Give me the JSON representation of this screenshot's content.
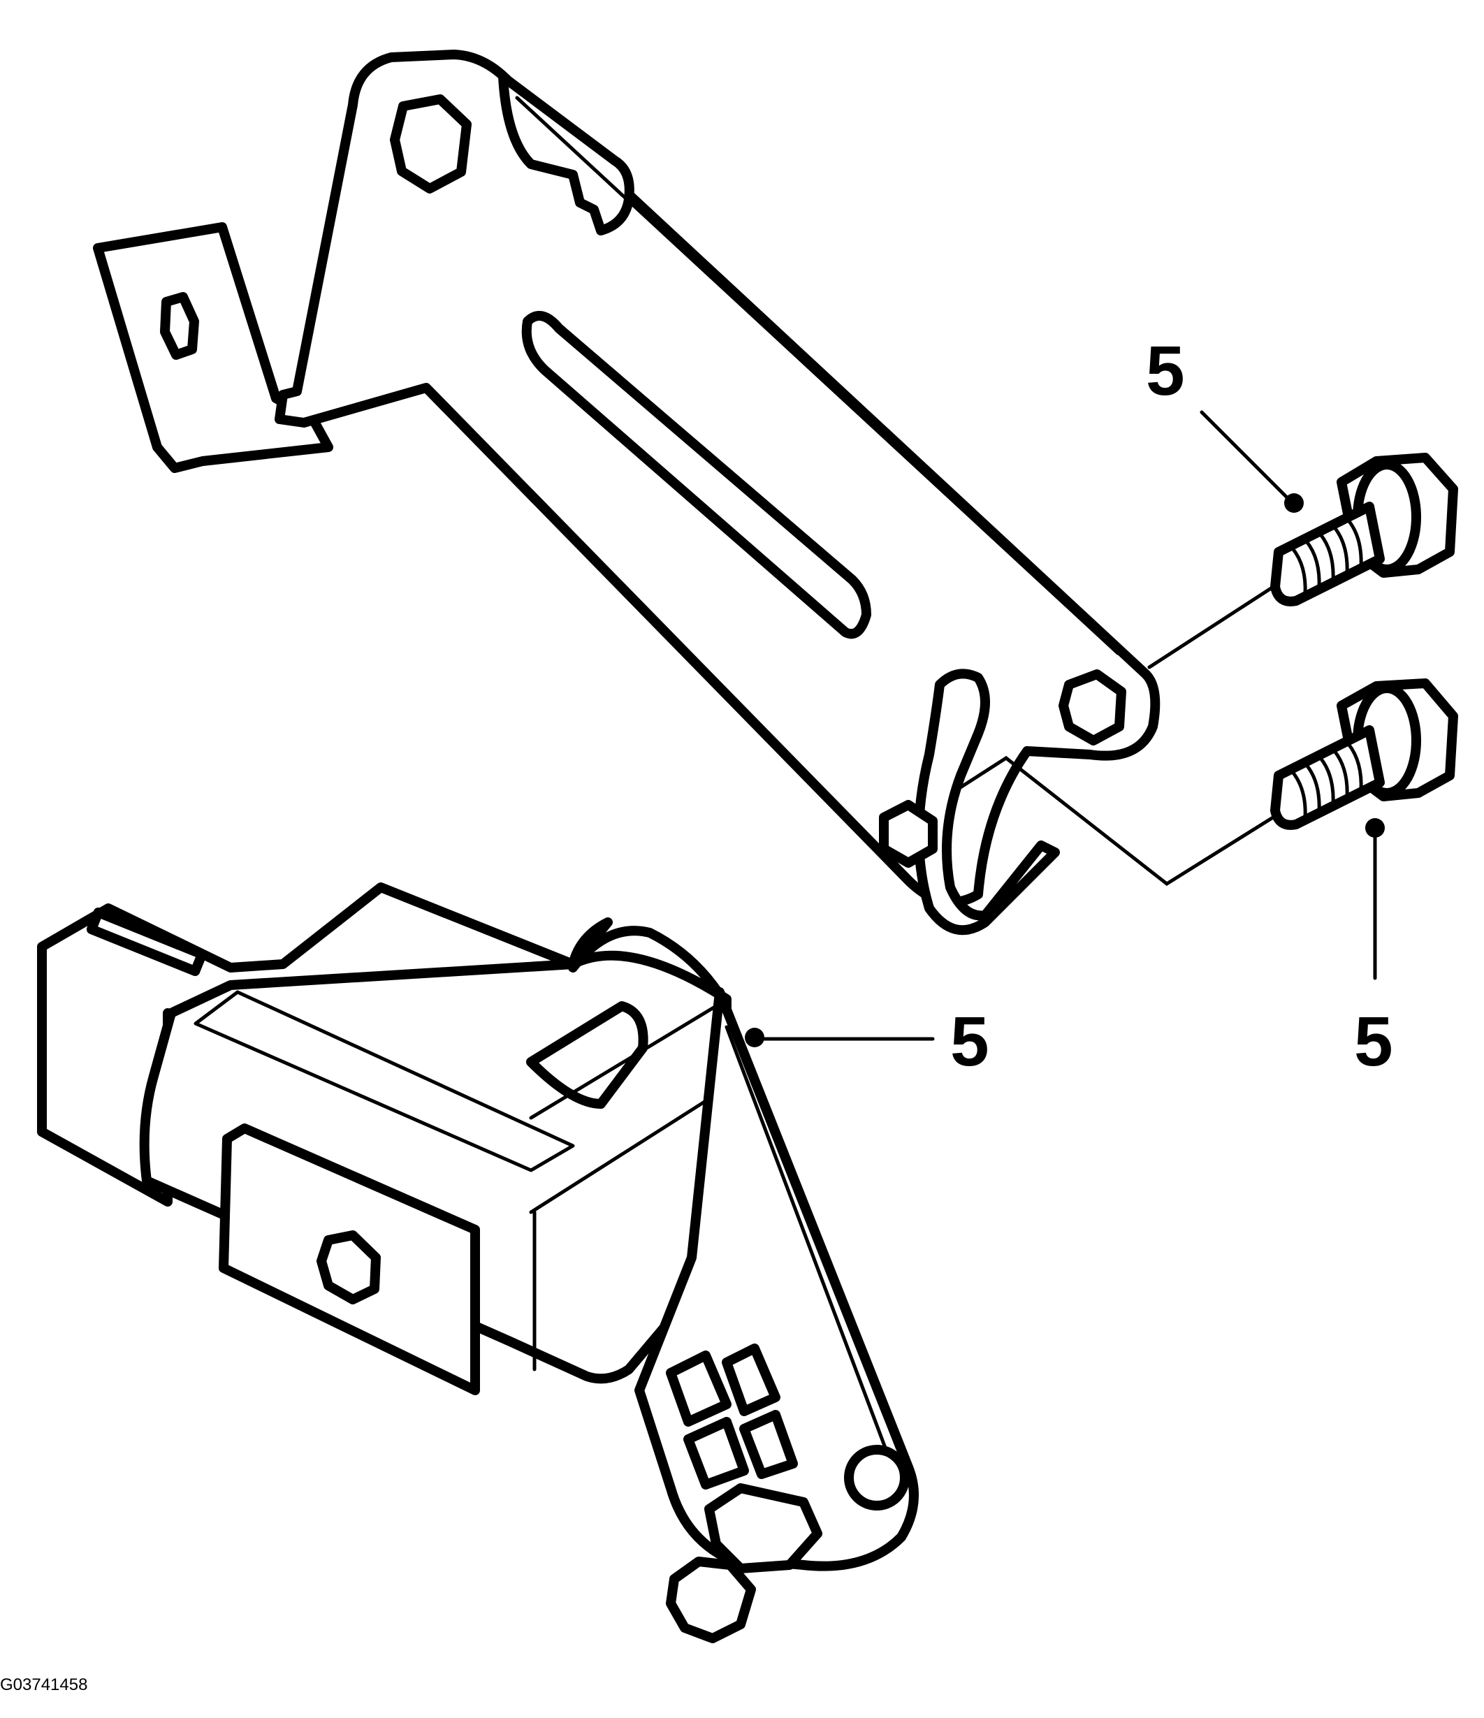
{
  "callouts": {
    "upper_bolt": "5",
    "lower_bolt": "5",
    "sensor_linkage": "5"
  },
  "figure_id": "G03741458"
}
